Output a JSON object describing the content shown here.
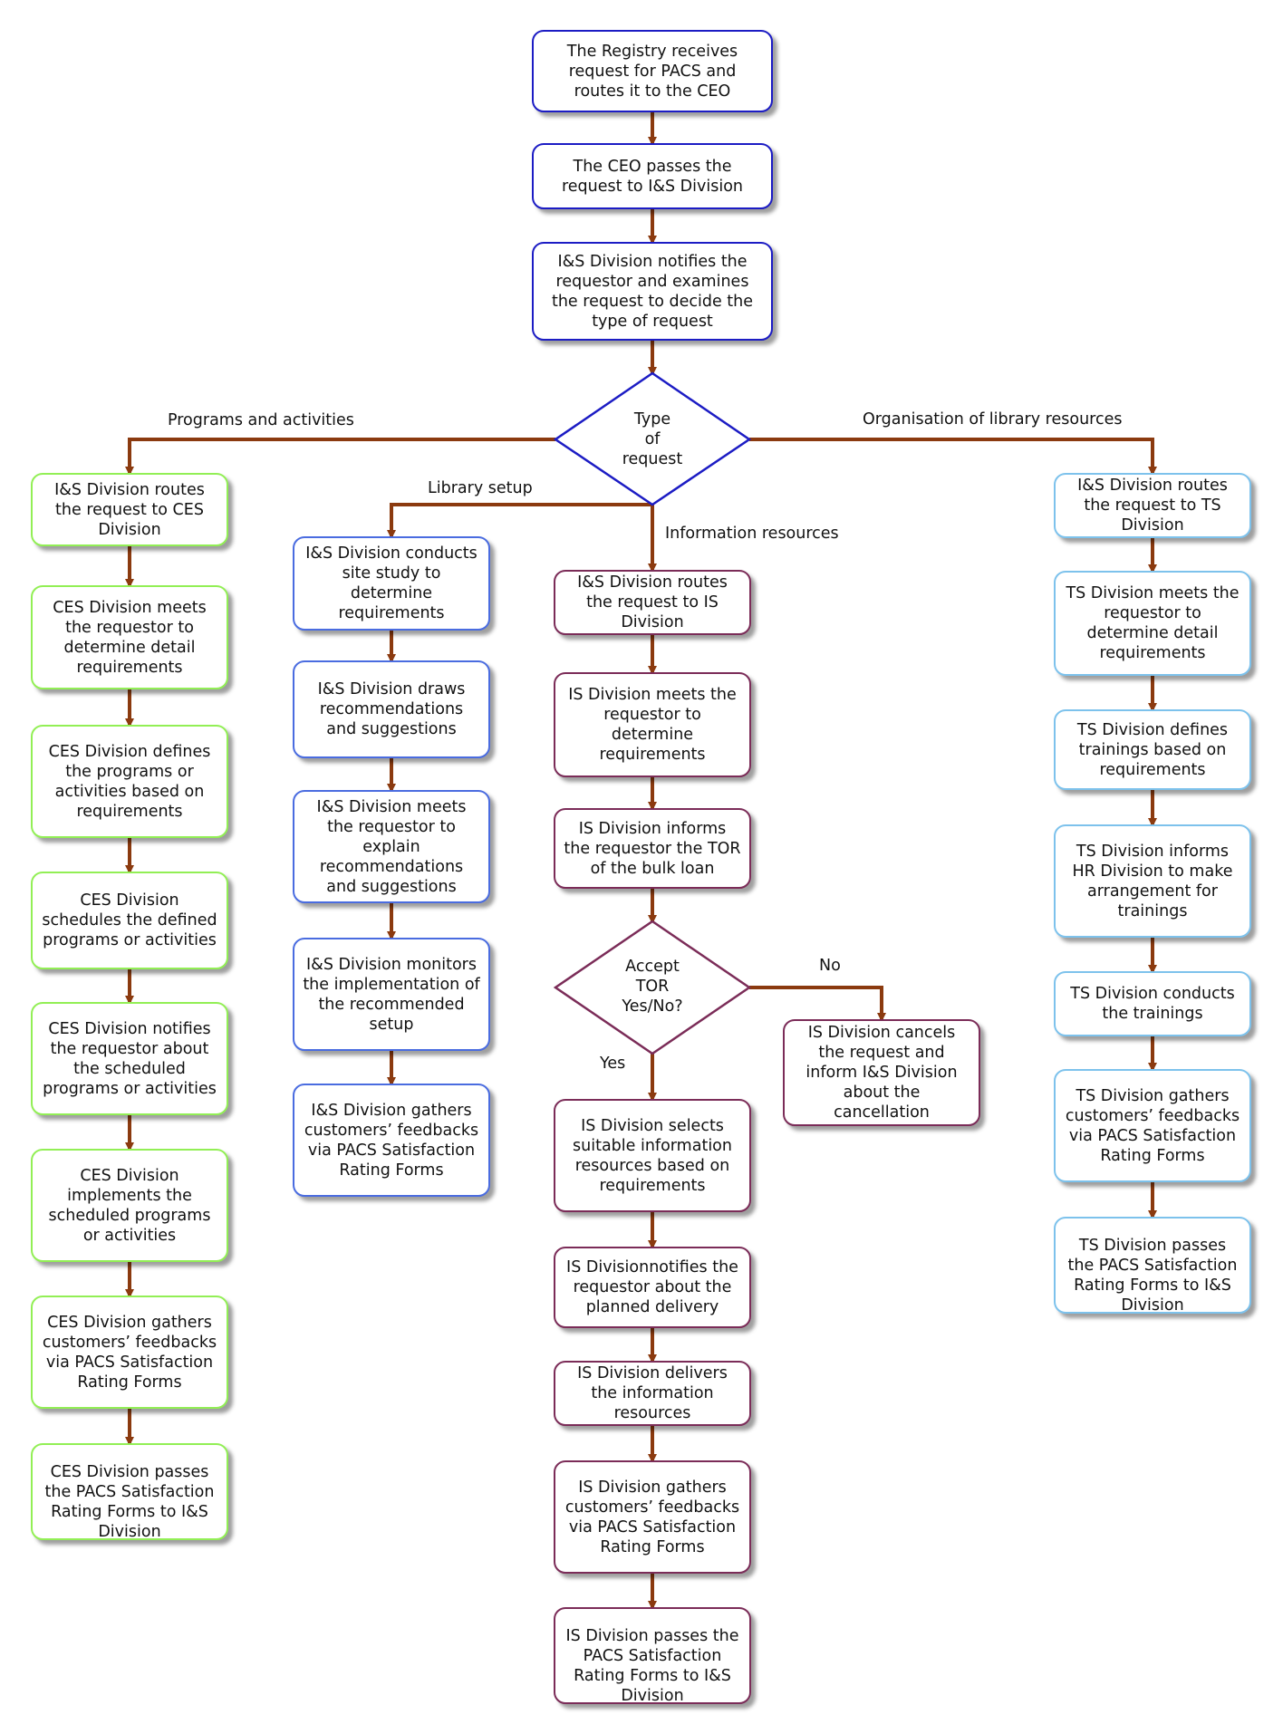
{
  "colors": {
    "arrow": "#8b3a0f",
    "main_border": "#1c1cc4",
    "ces_border": "#92ef55",
    "library_border": "#4a6ce0",
    "is_border": "#7b2c58",
    "ts_border": "#7dc2ec"
  },
  "main": {
    "registry": "The Registry receives request for PACS and routes it to the CEO",
    "ceo": "The CEO passes the request to I&S Division",
    "notify": "I&S Division notifies the requestor and examines the request to decide the type of request"
  },
  "decision_type": "Type\nof\nrequest",
  "branch_labels": {
    "programs": "Programs and activities",
    "organisation": "Organisation of library resources",
    "library": "Library setup",
    "information": "Information resources",
    "yes": "Yes",
    "no": "No"
  },
  "ces_column": [
    "I&S Division routes the request to CES Division",
    "CES Division meets the requestor to determine detail requirements",
    "CES Division defines the programs or activities based on requirements",
    "CES Division schedules the defined programs or activities",
    "CES Division notifies the requestor about the scheduled programs or activities",
    "CES Division implements the scheduled programs or activities",
    "CES Division gathers customers’ feedbacks via PACS Satisfaction Rating Forms",
    "CES Division passes the PACS Satisfaction Rating Forms to I&S Division"
  ],
  "library_column": [
    "I&S Division conducts site study to determine requirements",
    "I&S Division draws recommendations and suggestions",
    "I&S Division meets the requestor to explain recommendations and suggestions",
    "I&S Division monitors the implementation of the recommended setup",
    "I&S Division gathers customers’ feedbacks via PACS Satisfaction Rating Forms"
  ],
  "is_column": [
    "I&S Division routes the request to IS Division",
    "IS Division meets the requestor to determine requirements",
    "IS Division informs the requestor the TOR of the bulk loan",
    "IS Division selects suitable information resources based on requirements",
    "IS Divisionnotifies the requestor about the planned delivery",
    "IS Division delivers the information resources",
    "IS Division gathers customers’ feedbacks via PACS Satisfaction Rating Forms",
    "IS Division passes the PACS Satisfaction Rating Forms to I&S Division"
  ],
  "decision_tor": "Accept\nTOR\nYes/No?",
  "cancel": "IS Division cancels the request and inform I&S Division about the cancellation",
  "ts_column": [
    "I&S Division routes the request to TS Division",
    "TS Division meets the requestor to determine detail requirements",
    "TS Division defines trainings based on requirements",
    "TS Division informs HR Division to make arrangement for trainings",
    "TS Division conducts the trainings",
    "TS Division gathers customers’ feedbacks via PACS Satisfaction Rating Forms",
    "TS Division passes the PACS Satisfaction Rating Forms to I&S Division"
  ]
}
